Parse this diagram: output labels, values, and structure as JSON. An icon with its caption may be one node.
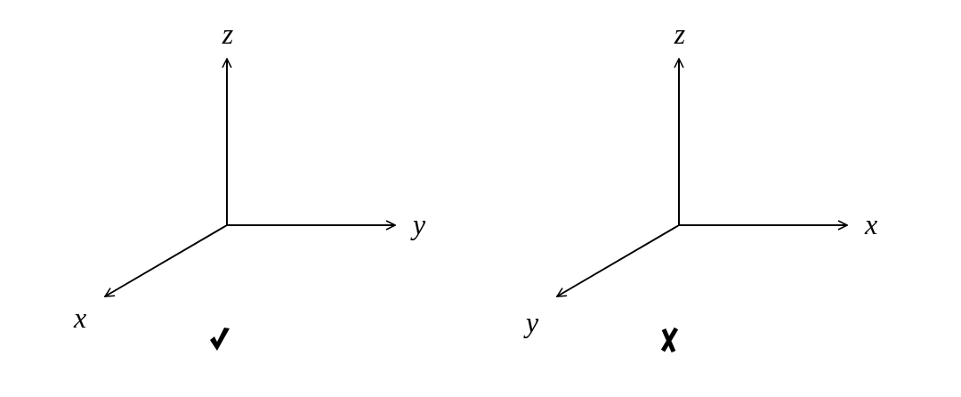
{
  "diagram": {
    "labels": [
      "z",
      "z",
      "y",
      "x",
      "x",
      "y"
    ]
  }
}
